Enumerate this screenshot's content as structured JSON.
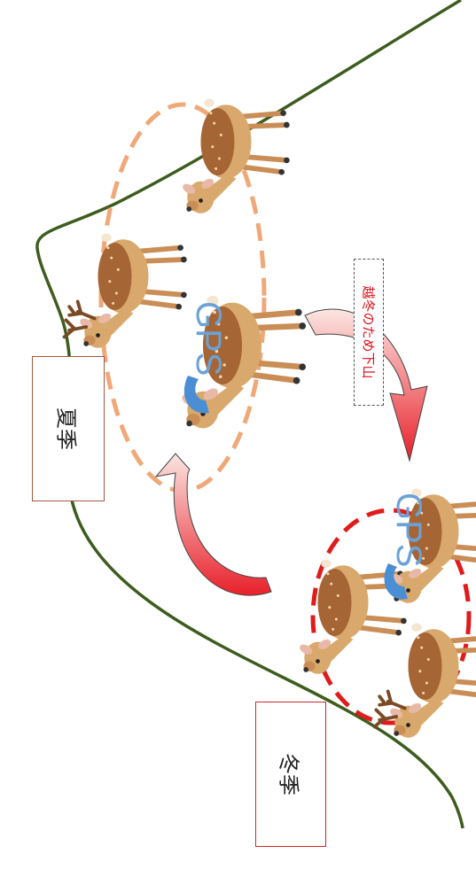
{
  "labels": {
    "summer": "夏季",
    "winter": "冬季",
    "descent": "越冬のため下山"
  },
  "gps_tags": [
    "GPS",
    "GPS"
  ],
  "colors": {
    "mountain": "#3d5c1e",
    "summer_ellipse": "#f0a878",
    "winter_ellipse": "#e01b1b",
    "arrow_light": "#fbe6e2",
    "arrow_dark": "#e8202a",
    "deer_body": "#d9a86c",
    "deer_spots": "#a56535",
    "gps_collar": "#4a8fd4"
  },
  "icons": [
    "deer-icon",
    "gps-collar-icon",
    "curved-arrow-icon"
  ]
}
